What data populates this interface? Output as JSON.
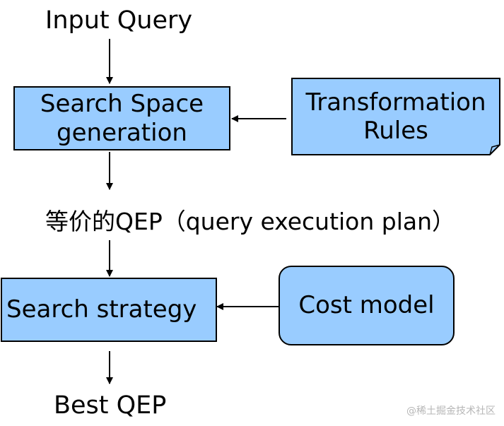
{
  "diagram": {
    "input_label": "Input Query",
    "search_space_box": "Search Space\ngeneration",
    "transformation_rules_box": "Transformation\nRules",
    "equivalent_qep_prefix": "等价的",
    "equivalent_qep_rest": "QEP（query execution plan）",
    "search_strategy_box": "Search strategy",
    "cost_model_box": "Cost model",
    "output_label": "Best QEP"
  },
  "watermark": "@稀土掘金技术社区",
  "colors": {
    "box_fill": "#99ccff",
    "box_border": "#000000",
    "arrow": "#000000",
    "watermark": "#b6b6b6"
  }
}
